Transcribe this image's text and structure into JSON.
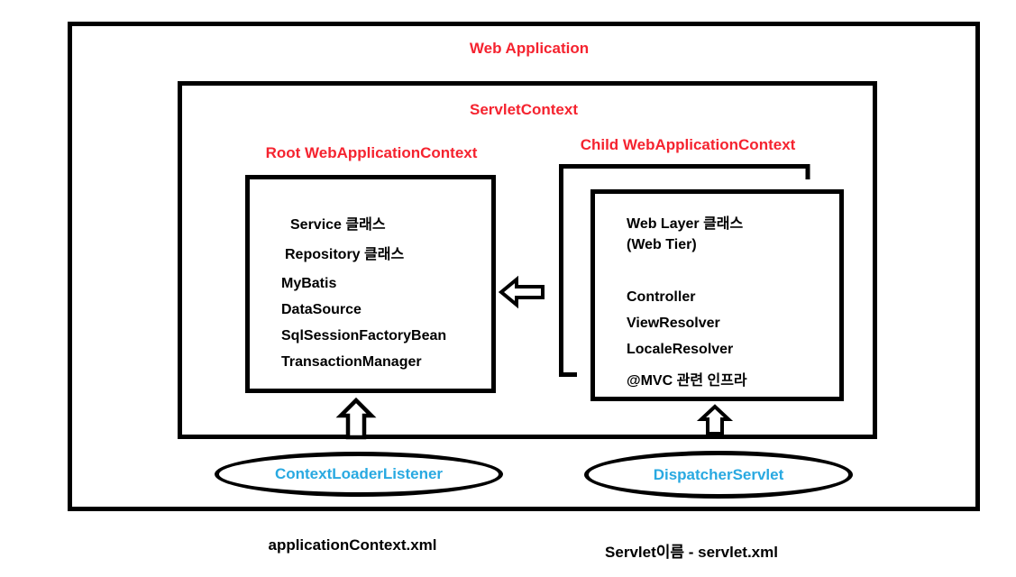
{
  "titles": {
    "web_application": "Web Application",
    "servlet_context": "ServletContext",
    "root_context": "Root WebApplicationContext",
    "child_context": "Child WebApplicationContext"
  },
  "root_box": {
    "items": [
      "Service 클래스",
      "Repository 클래스",
      "MyBatis",
      "DataSource",
      "SqlSessionFactoryBean",
      "TransactionManager"
    ]
  },
  "child_box": {
    "items": [
      "Web Layer 클래스",
      "(Web Tier)",
      "Controller",
      "ViewResolver",
      "LocaleResolver",
      "@MVC 관련 인프라"
    ]
  },
  "ellipses": {
    "left": "ContextLoaderListener",
    "right": "DispatcherServlet"
  },
  "footers": {
    "left": "applicationContext.xml",
    "right": "Servlet이름 - servlet.xml"
  },
  "icons": {
    "between_boxes": "arrow-left-icon",
    "under_root": "arrow-up-icon",
    "under_child": "arrow-up-icon"
  },
  "colors": {
    "title_red": "#f5232f",
    "ellipse_text_blue": "#29a9e1",
    "line_black": "#000000",
    "background": "#ffffff"
  }
}
